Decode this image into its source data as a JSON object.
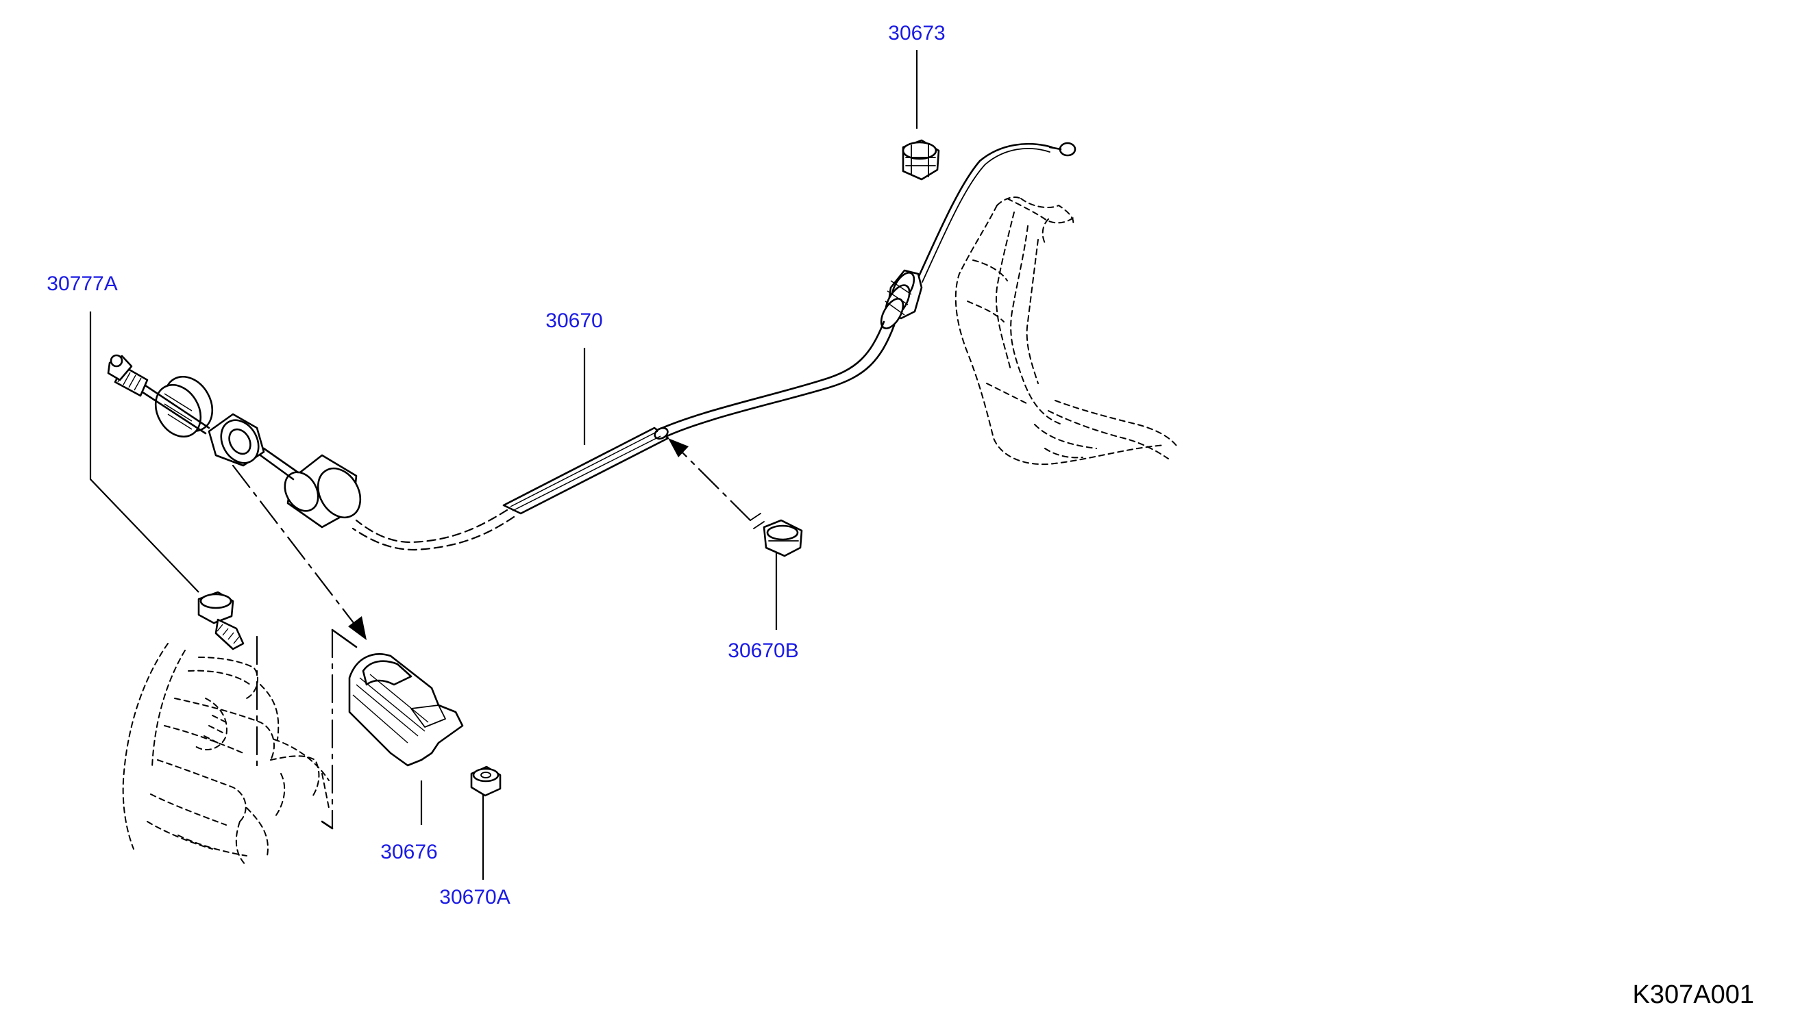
{
  "diagram": {
    "drawing_code": "K307A001",
    "callouts": [
      {
        "id": "30673",
        "label": "30673"
      },
      {
        "id": "30777A",
        "label": "30777A"
      },
      {
        "id": "30670",
        "label": "30670"
      },
      {
        "id": "30670B",
        "label": "30670B"
      },
      {
        "id": "30676",
        "label": "30676"
      },
      {
        "id": "30670A",
        "label": "30670A"
      }
    ]
  },
  "colors": {
    "callout_text": "#1a1ae6",
    "line_art": "#000000",
    "background": "#ffffff"
  }
}
